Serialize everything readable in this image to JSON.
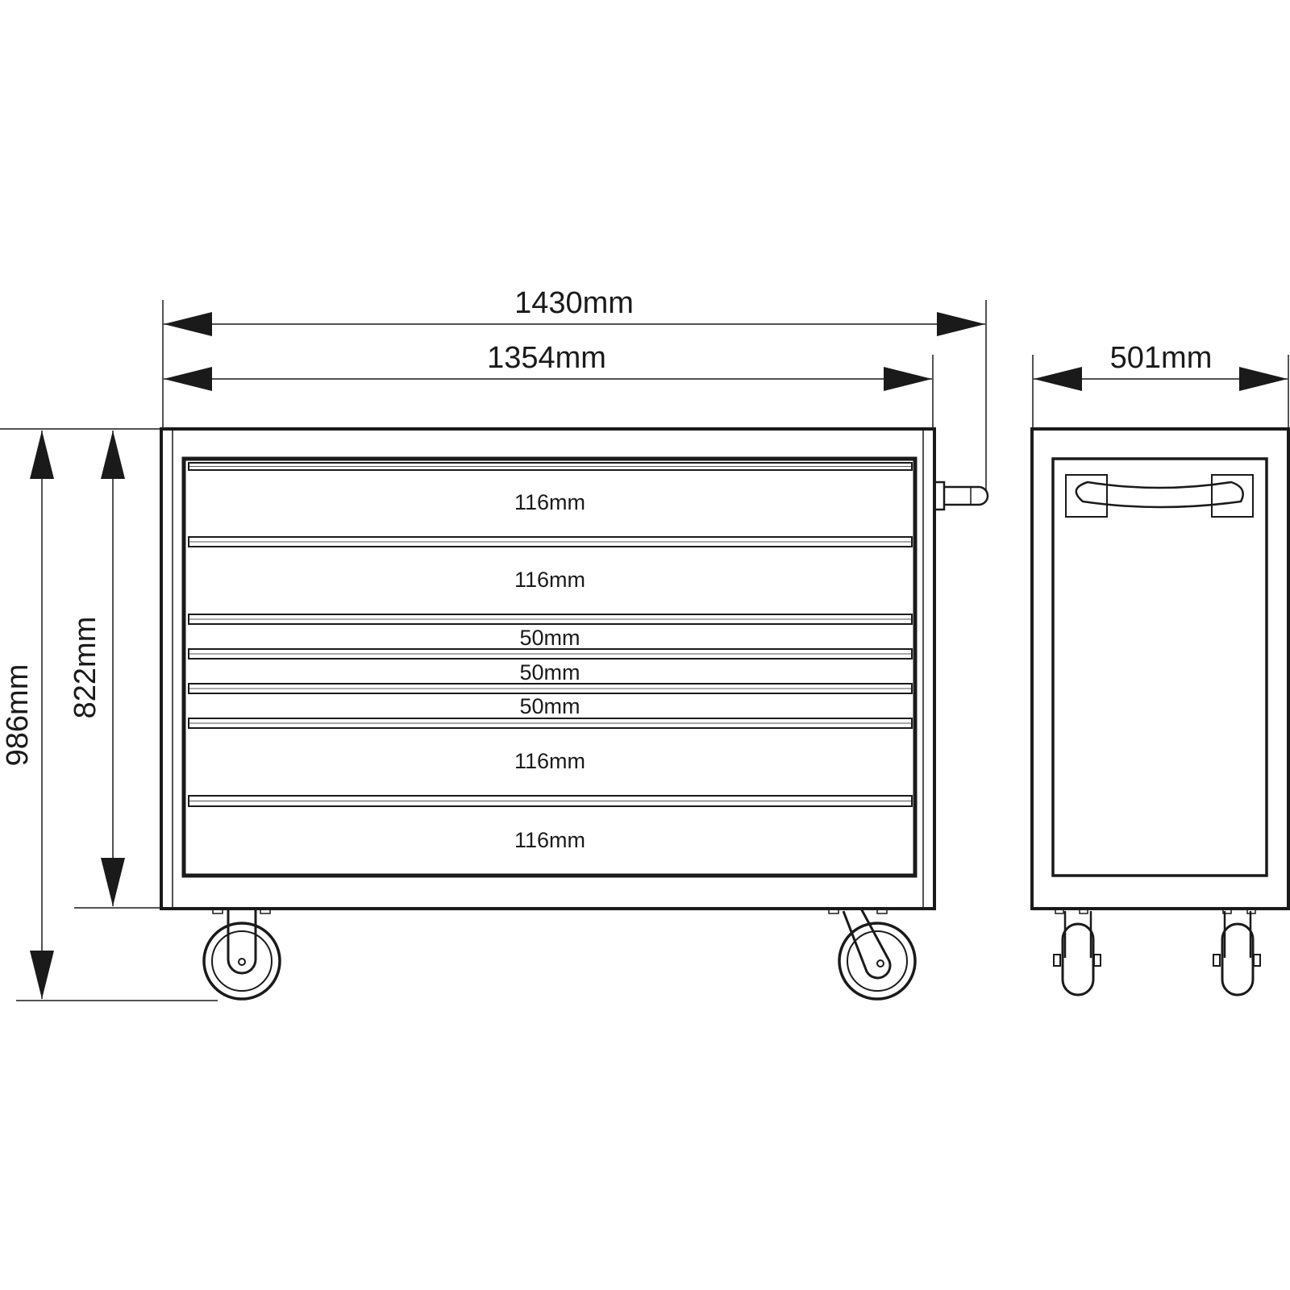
{
  "dimensions": {
    "overall_width": "1430mm",
    "body_width": "1354mm",
    "depth": "501mm",
    "overall_height": "986mm",
    "body_height": "822mm"
  },
  "drawers": [
    {
      "height": "116mm"
    },
    {
      "height": "116mm"
    },
    {
      "height": "50mm"
    },
    {
      "height": "50mm"
    },
    {
      "height": "50mm"
    },
    {
      "height": "116mm"
    },
    {
      "height": "116mm"
    }
  ],
  "colors": {
    "line": "#1a1a1a",
    "background": "#ffffff"
  }
}
